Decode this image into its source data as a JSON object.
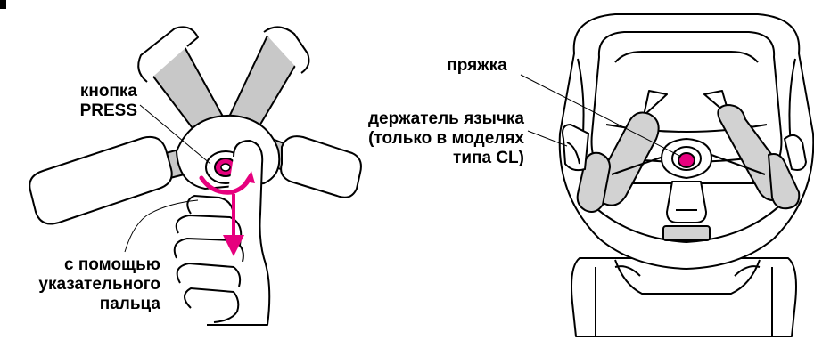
{
  "labels": {
    "press_button": [
      "кнопка",
      "PRESS"
    ],
    "index_finger": [
      "с помощью",
      "указательного",
      "пальца"
    ],
    "buckle": "пряжка",
    "tongue_holder": [
      "держатель язычка",
      "(только в моделях",
      "типа CL)"
    ]
  },
  "colors": {
    "ink": "#000000",
    "strap_fill": "#c8c8c8",
    "pad_fill": "#d2d2d2",
    "accent_magenta": "#e6007e",
    "seat_fill": "#ffffff"
  },
  "icons": [
    "hand-icon",
    "down-arrow-icon",
    "rotation-arc-icon",
    "child-seat-icon",
    "buckle-icon",
    "tongue-holder-icon"
  ]
}
